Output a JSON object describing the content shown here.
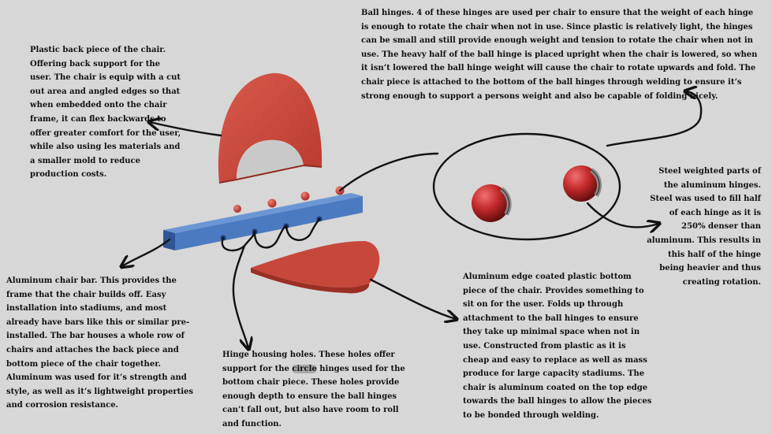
{
  "notes": {
    "back_piece": "Plastic back piece of the chair. Offering back support for the user. The chair is equip with a cut out area and angled edges so that when embedded onto the chair frame, it can flex backwards to offer greater comfort for the user, while also using les materials and a smaller mold to reduce production costs.",
    "ball_hinges": "Ball hinges. 4 of these hinges are used per chair to ensure that the weight of each hinge is enough to rotate the chair when not in use. Since plastic is relatively light, the hinges can be small and still provide enough weight and tension to rotate the chair when not in use. The heavy half of the ball hinge is placed upright when the chair is lowered, so when it isn’t lowered the ball hinge weight will cause the chair to rotate upwards and fold. The chair piece is attached to the bottom of the ball hinges through welding to ensure it’s strong enough to support a persons weight and also be capable of folding nicely.",
    "steel_parts": "Steel weighted parts of the aluminum hinges. Steel was used to fill half of each hinge as it is 250% denser than aluminum. This results in this half of the hinge being heavier and thus creating rotation.",
    "chair_bar": "Aluminum chair bar. This provides the frame that the chair builds off. Easy installation into stadiums, and most already have bars like this or similar pre-installed. The bar houses a whole row of chairs and attaches the back piece and bottom piece of the chair together. Aluminum was used for it’s strength and style, as well as it’s lightweight properties and corrosion resistance.",
    "holes_before": "Hinge housing holes. These holes offer support for the ",
    "holes_highlight": "circle",
    "holes_after": " hinges used for the bottom chair piece. These holes provide enough depth to ensure the ball hinges can’t fall out, but also have room to roll and function.",
    "bottom_piece": "Aluminum edge coated plastic bottom piece of the chair. Provides something to sit on for the user. Folds up through attachment to the ball hinges to ensure they take up minimal space when not in use. Constructed from plastic as it is cheap and easy to replace as well as mass produce for large capacity stadiums. The chair is aluminum coated on the top edge towards the ball hinges to allow the pieces to be bonded through welding."
  },
  "colors": {
    "background": "#d7d7d7",
    "plastic_red": "#c8473b",
    "aluminum_blue": "#4c7ac0",
    "steel_grey": "#8a8a8a"
  }
}
